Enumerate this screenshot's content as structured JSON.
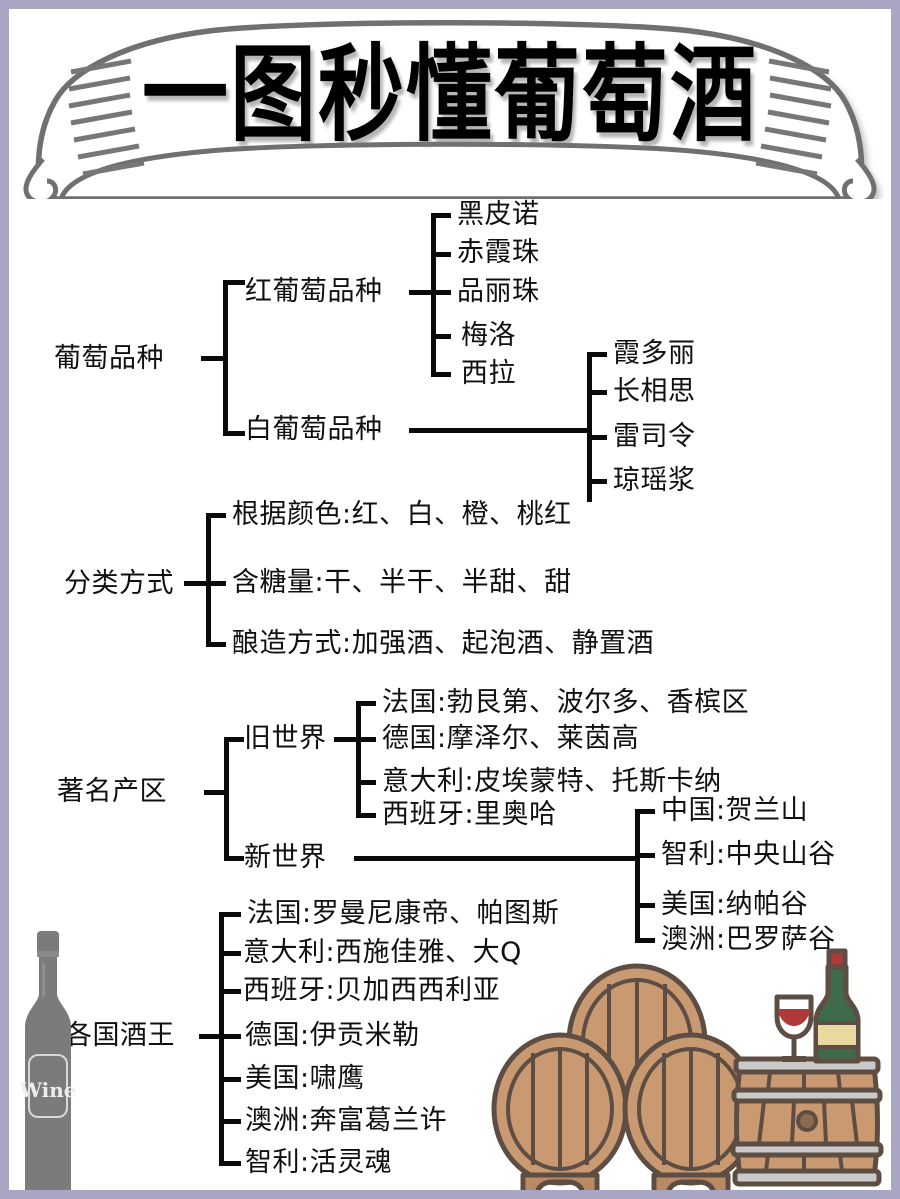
{
  "meta": {
    "border_color": "#a9a6c4",
    "page_bg": "#ffffff",
    "line_color": "#0a0a0a",
    "banner_stroke": "#6f6f6f"
  },
  "banner": {
    "title": "一图秒懂葡萄酒"
  },
  "sections": [
    {
      "id": "grape-varieties",
      "root": "葡萄品种",
      "children": [
        {
          "label": "红葡萄品种",
          "items": [
            "黑皮诺",
            "赤霞珠",
            "品丽珠",
            "梅洛",
            "西拉"
          ]
        },
        {
          "label": "白葡萄品种",
          "items": [
            "霞多丽",
            "长相思",
            "雷司令",
            "琼瑶浆"
          ]
        }
      ]
    },
    {
      "id": "classification",
      "root": "分类方式",
      "items": [
        "根据颜色:红、白、橙、桃红",
        "含糖量:干、半干、半甜、甜",
        "酿造方式:加强酒、起泡酒、静置酒"
      ]
    },
    {
      "id": "famous-regions",
      "root": "著名产区",
      "children": [
        {
          "label": "旧世界",
          "items": [
            "法国:勃艮第、波尔多、香槟区",
            "德国:摩泽尔、莱茵高",
            "意大利:皮埃蒙特、托斯卡纳",
            "西班牙:里奥哈"
          ]
        },
        {
          "label": "新世界",
          "items": [
            "中国:贺兰山",
            "智利:中央山谷",
            "美国:纳帕谷",
            "澳洲:巴罗萨谷"
          ]
        }
      ]
    },
    {
      "id": "top-wines",
      "root": "各国酒王",
      "items": [
        "法国:罗曼尼康帝、帕图斯",
        "意大利:西施佳雅、大Q",
        "西班牙:贝加西西利亚",
        "德国:伊贡米勒",
        "美国:啸鹰",
        "澳洲:奔富葛兰许",
        "智利:活灵魂"
      ]
    }
  ],
  "illustrations": {
    "bottle_label": "Wine",
    "bottle_color": "#7b7b7b",
    "barrel_body": "#c99a72",
    "barrel_outline": "#5e4d42",
    "barrel_stave": "#b98a63",
    "hoop_color": "#c9c9c9",
    "wine_bottle_glass": "#3f6b4a",
    "wine_bottle_label": "#e8d9a0",
    "wine_red": "#b03a3a"
  }
}
